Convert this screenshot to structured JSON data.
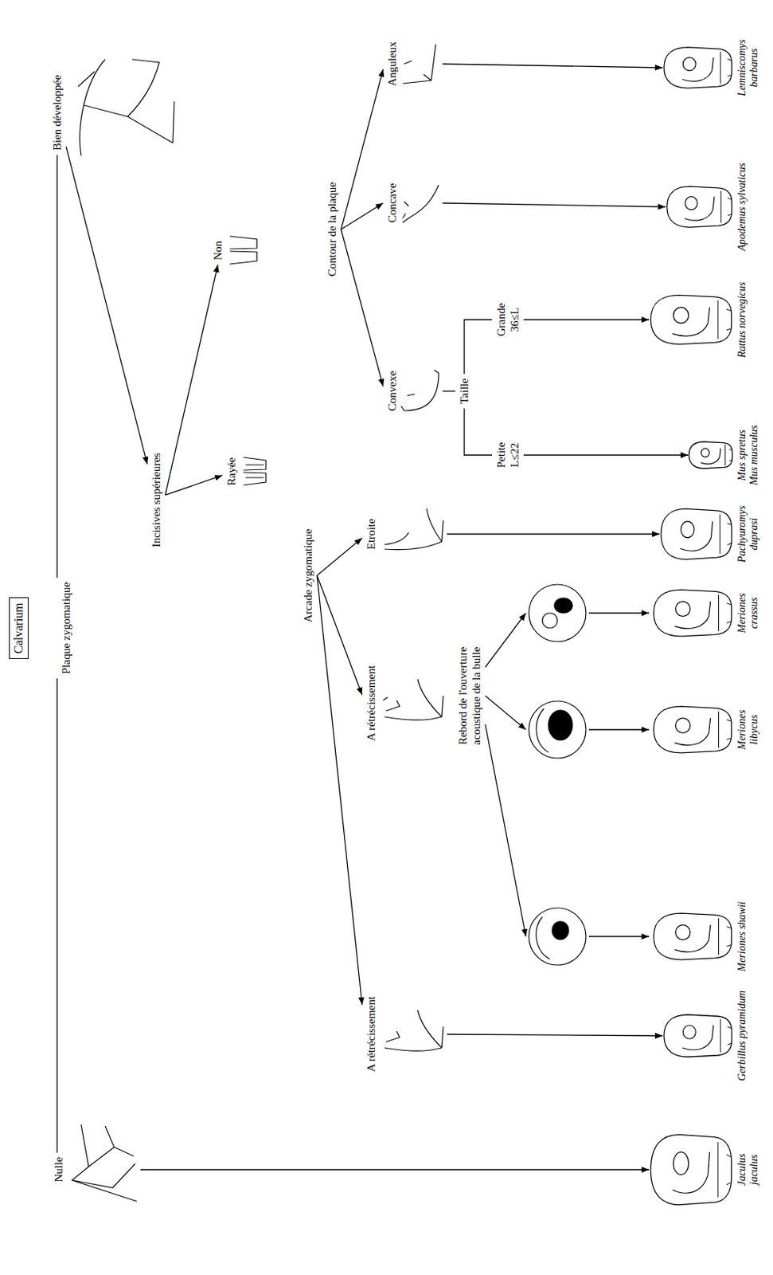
{
  "diagram": {
    "nodes": [
      {
        "text": [
          "Calvarium"
        ]
      },
      {
        "text": [
          "Plaque zygomatique"
        ]
      },
      {
        "text": [
          "Nulle"
        ]
      },
      {
        "text": [
          "Bien développée"
        ]
      },
      {
        "text": [
          "Incisives supérieures"
        ]
      },
      {
        "text": [
          "Rayée"
        ]
      },
      {
        "text": [
          "Non"
        ]
      },
      {
        "text": [
          "Arcade zygomatique"
        ]
      },
      {
        "text": [
          "Contour de la plaque"
        ]
      },
      {
        "text": [
          "A rétrécissement"
        ]
      },
      {
        "text": [
          "A rétrécissement"
        ]
      },
      {
        "text": [
          "Etroite"
        ]
      },
      {
        "text": [
          "Convexe"
        ]
      },
      {
        "text": [
          "Concave"
        ]
      },
      {
        "text": [
          "Anguleux"
        ]
      },
      {
        "text": [
          "Taille"
        ]
      },
      {
        "text": [
          "Rebord de l'ouverture acoustique de la bulle"
        ]
      },
      {
        "text": [
          "Petite",
          "L≤22"
        ]
      },
      {
        "text": [
          "Grande",
          "36≤L"
        ]
      },
      {
        "text": [
          "Jaculus jaculus"
        ]
      },
      {
        "text": [
          "Gerbillus pyramidum"
        ]
      },
      {
        "text": [
          "Meriones shawii"
        ]
      },
      {
        "text": [
          "Meriones libycus"
        ]
      },
      {
        "text": [
          "Meriones crassus"
        ]
      },
      {
        "text": [
          "Pachyuromys duprasi"
        ]
      },
      {
        "text": [
          "Mus spretus",
          "Mus musculus"
        ]
      },
      {
        "text": [
          "Rattus norvegicus"
        ]
      },
      {
        "text": [
          "Apodemus sylvaticus"
        ]
      },
      {
        "text": [
          "Lemniscomys barbarus"
        ]
      }
    ],
    "edges": [
      {
        "from": 1,
        "to": 2,
        "arrow": "none"
      },
      {
        "from": 1,
        "to": 3,
        "arrow": "none"
      },
      {
        "from": 2,
        "to": 19,
        "arrow": "to"
      },
      {
        "from": 3,
        "to": 4,
        "arrow": "to"
      },
      {
        "from": 4,
        "to": 5,
        "arrow": "to"
      },
      {
        "from": 4,
        "to": 6,
        "arrow": "to"
      },
      {
        "from": 7,
        "to": 9,
        "arrow": "to"
      },
      {
        "from": 7,
        "to": 10,
        "arrow": "to"
      },
      {
        "from": 7,
        "to": 11,
        "arrow": "to"
      },
      {
        "from": 8,
        "to": 12,
        "arrow": "to"
      },
      {
        "from": 8,
        "to": 13,
        "arrow": "to"
      },
      {
        "from": 8,
        "to": 14,
        "arrow": "to"
      },
      {
        "from": 9,
        "to": 20,
        "arrow": "to"
      },
      {
        "from": 16,
        "to": 21,
        "arrow": "to"
      },
      {
        "from": 16,
        "to": 22,
        "arrow": "to"
      },
      {
        "from": 16,
        "to": 23,
        "arrow": "to"
      },
      {
        "from": 11,
        "to": 24,
        "arrow": "to"
      },
      {
        "from": 12,
        "to": 15,
        "arrow": "none"
      },
      {
        "from": 15,
        "to": 17,
        "arrow": "none"
      },
      {
        "from": 15,
        "to": 18,
        "arrow": "none"
      },
      {
        "from": 17,
        "to": 25,
        "arrow": "to"
      },
      {
        "from": 18,
        "to": 26,
        "arrow": "to"
      },
      {
        "from": 13,
        "to": 27,
        "arrow": "to"
      },
      {
        "from": 14,
        "to": 28,
        "arrow": "to"
      }
    ]
  }
}
